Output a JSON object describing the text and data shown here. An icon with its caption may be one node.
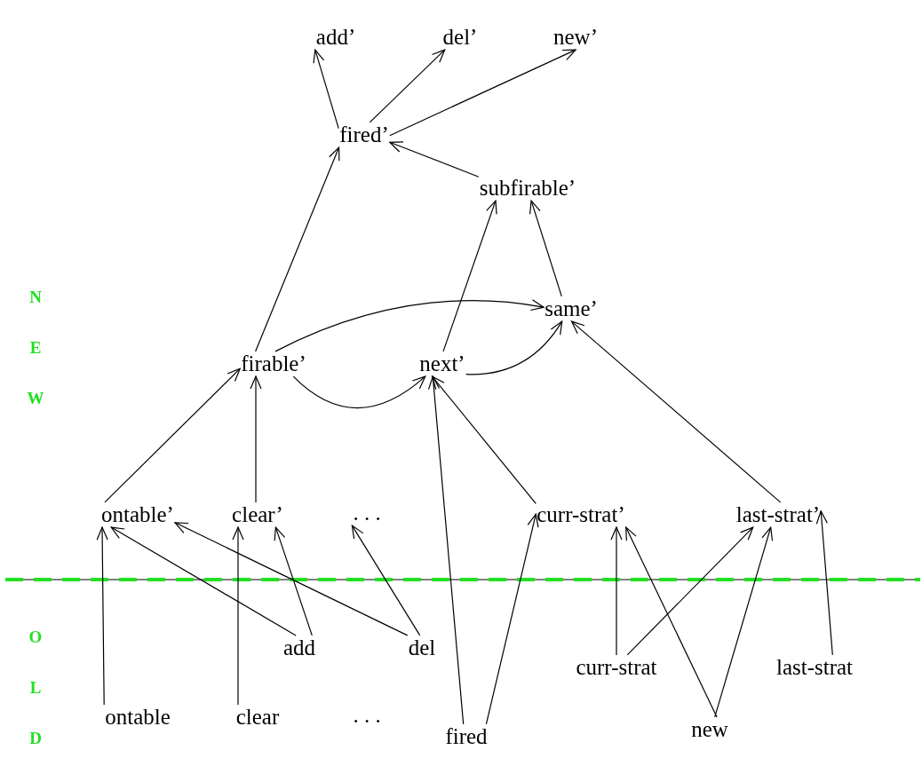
{
  "diagram": {
    "nodes": [
      {
        "text": [
          "add’"
        ]
      },
      {
        "text": [
          "del’"
        ]
      },
      {
        "text": [
          "new’"
        ]
      },
      {
        "text": [
          "fired’"
        ]
      },
      {
        "text": [
          "subfirable’"
        ]
      },
      {
        "text": [
          "same’"
        ]
      },
      {
        "text": [
          "firable’"
        ]
      },
      {
        "text": [
          "next’"
        ]
      },
      {
        "text": [
          "ontable’"
        ]
      },
      {
        "text": [
          "clear’"
        ]
      },
      {
        "text": [
          ". . ."
        ]
      },
      {
        "text": [
          "curr-strat’"
        ]
      },
      {
        "text": [
          "last-strat’"
        ]
      },
      {
        "text": [
          "add"
        ]
      },
      {
        "text": [
          "del"
        ]
      },
      {
        "text": [
          "ontable"
        ]
      },
      {
        "text": [
          "clear"
        ]
      },
      {
        "text": [
          ". . ."
        ]
      },
      {
        "text": [
          "fired"
        ]
      },
      {
        "text": [
          "curr-strat"
        ]
      },
      {
        "text": [
          "new"
        ]
      },
      {
        "text": [
          "last-strat"
        ]
      }
    ],
    "edges": [
      {
        "from": 3,
        "to": 0,
        "arrow": "to"
      },
      {
        "from": 3,
        "to": 1,
        "arrow": "to"
      },
      {
        "from": 3,
        "to": 2,
        "arrow": "to"
      },
      {
        "from": 4,
        "to": 3,
        "arrow": "to"
      },
      {
        "from": 6,
        "to": 3,
        "arrow": "to"
      },
      {
        "from": 7,
        "to": 4,
        "arrow": "to"
      },
      {
        "from": 5,
        "to": 4,
        "arrow": "to"
      },
      {
        "from": 6,
        "to": 5,
        "arrow": "to"
      },
      {
        "from": 7,
        "to": 5,
        "arrow": "to"
      },
      {
        "from": 6,
        "to": 7,
        "arrow": "to"
      },
      {
        "from": 8,
        "to": 6,
        "arrow": "to"
      },
      {
        "from": 9,
        "to": 6,
        "arrow": "to"
      },
      {
        "from": 18,
        "to": 7,
        "arrow": "to"
      },
      {
        "from": 11,
        "to": 7,
        "arrow": "to"
      },
      {
        "from": 12,
        "to": 5,
        "arrow": "to"
      },
      {
        "from": 15,
        "to": 8,
        "arrow": "to"
      },
      {
        "from": 13,
        "to": 8,
        "arrow": "to"
      },
      {
        "from": 14,
        "to": 8,
        "arrow": "to"
      },
      {
        "from": 16,
        "to": 9,
        "arrow": "to"
      },
      {
        "from": 13,
        "to": 9,
        "arrow": "to"
      },
      {
        "from": 14,
        "to": 10,
        "arrow": "to"
      },
      {
        "from": 18,
        "to": 11,
        "arrow": "to"
      },
      {
        "from": 19,
        "to": 11,
        "arrow": "to"
      },
      {
        "from": 19,
        "to": 12,
        "arrow": "to"
      },
      {
        "from": 20,
        "to": 11,
        "arrow": "to"
      },
      {
        "from": 20,
        "to": 12,
        "arrow": "to"
      },
      {
        "from": 21,
        "to": 12,
        "arrow": "to"
      }
    ],
    "labels": [
      "N",
      "E",
      "W",
      "O",
      "L",
      "D"
    ]
  }
}
